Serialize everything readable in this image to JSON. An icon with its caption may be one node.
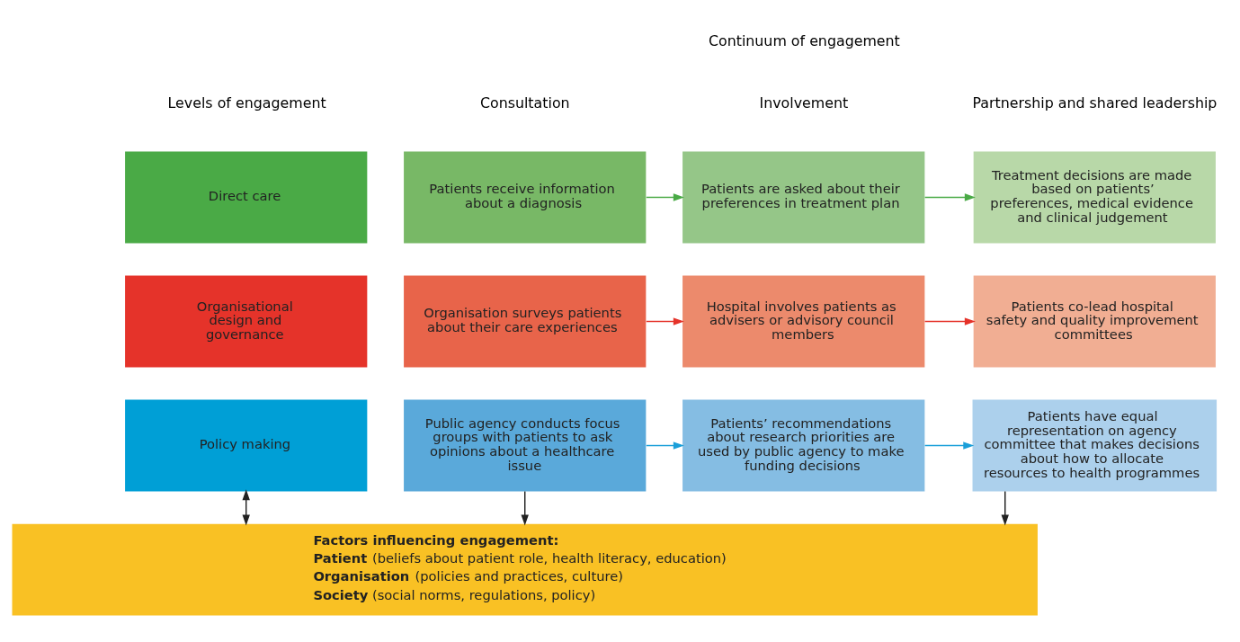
{
  "diagram": {
    "nodes": [
      {
        "text": [
          "Direct care"
        ]
      },
      {
        "text": [
          "Organisational design and governance"
        ]
      },
      {
        "text": [
          "Policy making"
        ]
      },
      {
        "text": [
          "Patients receive information about a diagnosis"
        ]
      },
      {
        "text": [
          "Patients are asked about their preferences in treatment plan"
        ]
      },
      {
        "text": [
          "Treatment decisions are made based on patients’ preferences, medical evidence and clinical judgement"
        ]
      },
      {
        "text": [
          "Organisation surveys patients about their care experiences"
        ]
      },
      {
        "text": [
          "Hospital involves patients as advisers or advisory council members"
        ]
      },
      {
        "text": [
          "Patients co-lead hospital safety and quality improvement committees"
        ]
      },
      {
        "text": [
          "Public agency conducts focus groups with patients to ask opinions about a healthcare issue"
        ]
      },
      {
        "text": [
          "Patients’ recommendations about research priorities are used by public agency to make funding decisions"
        ]
      },
      {
        "text": [
          "Patients have equal representation on agency committee that makes decisions about how to allocate resources to health programmes"
        ]
      },
      {
        "text": [
          "**Factors influencing engagement:**",
          "**Patient** (beliefs about patient role, health literacy, education)",
          "**Organisation** (policies and practices, culture)",
          "**Society** (social norms, regulations, policy)"
        ]
      }
    ],
    "edges": [
      {
        "from": 3,
        "to": 4,
        "arrow": "to",
        "color": "#4aaa46"
      },
      {
        "from": 4,
        "to": 5,
        "arrow": "to",
        "color": "#4aaa46"
      },
      {
        "from": 6,
        "to": 7,
        "arrow": "to",
        "color": "#e5332a"
      },
      {
        "from": 7,
        "to": 8,
        "arrow": "to",
        "color": "#e5332a"
      },
      {
        "from": 9,
        "to": 10,
        "arrow": "to",
        "color": "#1a9fd9"
      },
      {
        "from": 10,
        "to": 11,
        "arrow": "to",
        "color": "#1a9fd9"
      },
      {
        "from": 2,
        "to": 12,
        "arrow": "both"
      },
      {
        "from": 9,
        "to": 12,
        "arrow": "to"
      },
      {
        "from": 11,
        "to": 12,
        "arrow": "to"
      }
    ],
    "labels": [
      "Continuum of engagement",
      "Levels of engagement",
      "Consultation",
      "Involvement",
      "Partnership and shared leadership"
    ]
  }
}
